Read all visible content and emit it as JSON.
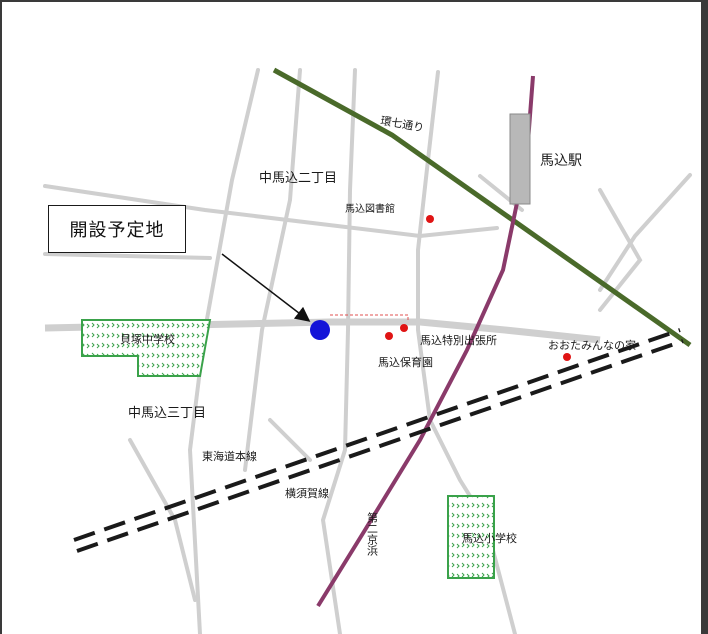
{
  "map": {
    "labels": {
      "naka_2": "中馬込二丁目",
      "naka_3": "中馬込三丁目",
      "station": "馬込駅",
      "library": "馬込図書館",
      "kaizuka": "貝塚中学校",
      "branch": "馬込特別出張所",
      "nursery": "馬込保育園",
      "ootami": "おおたみんなの家",
      "tokaido": "東海道本線",
      "yokosuka": "横須賀線",
      "elementary": "馬込小学校",
      "kannana": "環七通り",
      "keihin": "第二京浜"
    },
    "callout": "開設予定地",
    "colors": {
      "road": "#cfcfcf",
      "kannana_road": "#4a6a2a",
      "keihin_road": "#8a3a6a",
      "railway": "#1a1a1a",
      "school": "#3aa24a",
      "site_marker": "#1414d8",
      "facility_dot": "#e01414",
      "station_building": "#b8b8b8"
    }
  }
}
